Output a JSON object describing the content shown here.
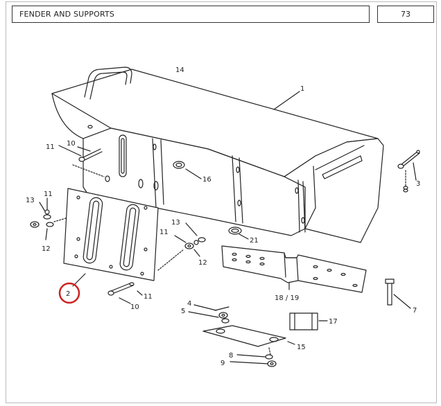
{
  "header": {
    "title": "FENDER AND SUPPORTS",
    "page": "73"
  },
  "callouts": [
    {
      "id": "c14",
      "text": "14"
    },
    {
      "id": "c1",
      "text": "1"
    },
    {
      "id": "c10a",
      "text": "10"
    },
    {
      "id": "c11a",
      "text": "11"
    },
    {
      "id": "c16",
      "text": "16"
    },
    {
      "id": "c3",
      "text": "3"
    },
    {
      "id": "c11b",
      "text": "11"
    },
    {
      "id": "c13a",
      "text": "13"
    },
    {
      "id": "c12a",
      "text": "12"
    },
    {
      "id": "c13b",
      "text": "13"
    },
    {
      "id": "c11c",
      "text": "11"
    },
    {
      "id": "c12b",
      "text": "12"
    },
    {
      "id": "c21",
      "text": "21"
    },
    {
      "id": "c2",
      "text": "2"
    },
    {
      "id": "c11d",
      "text": "11"
    },
    {
      "id": "c10b",
      "text": "10"
    },
    {
      "id": "c1819",
      "text": "18 / 19"
    },
    {
      "id": "c7",
      "text": "7"
    },
    {
      "id": "c4",
      "text": "4"
    },
    {
      "id": "c5",
      "text": "5"
    },
    {
      "id": "c17",
      "text": "17"
    },
    {
      "id": "c15",
      "text": "15"
    },
    {
      "id": "c8",
      "text": "8"
    },
    {
      "id": "c9",
      "text": "9"
    }
  ],
  "highlight": {
    "target": "2",
    "color": "#cc2222"
  }
}
